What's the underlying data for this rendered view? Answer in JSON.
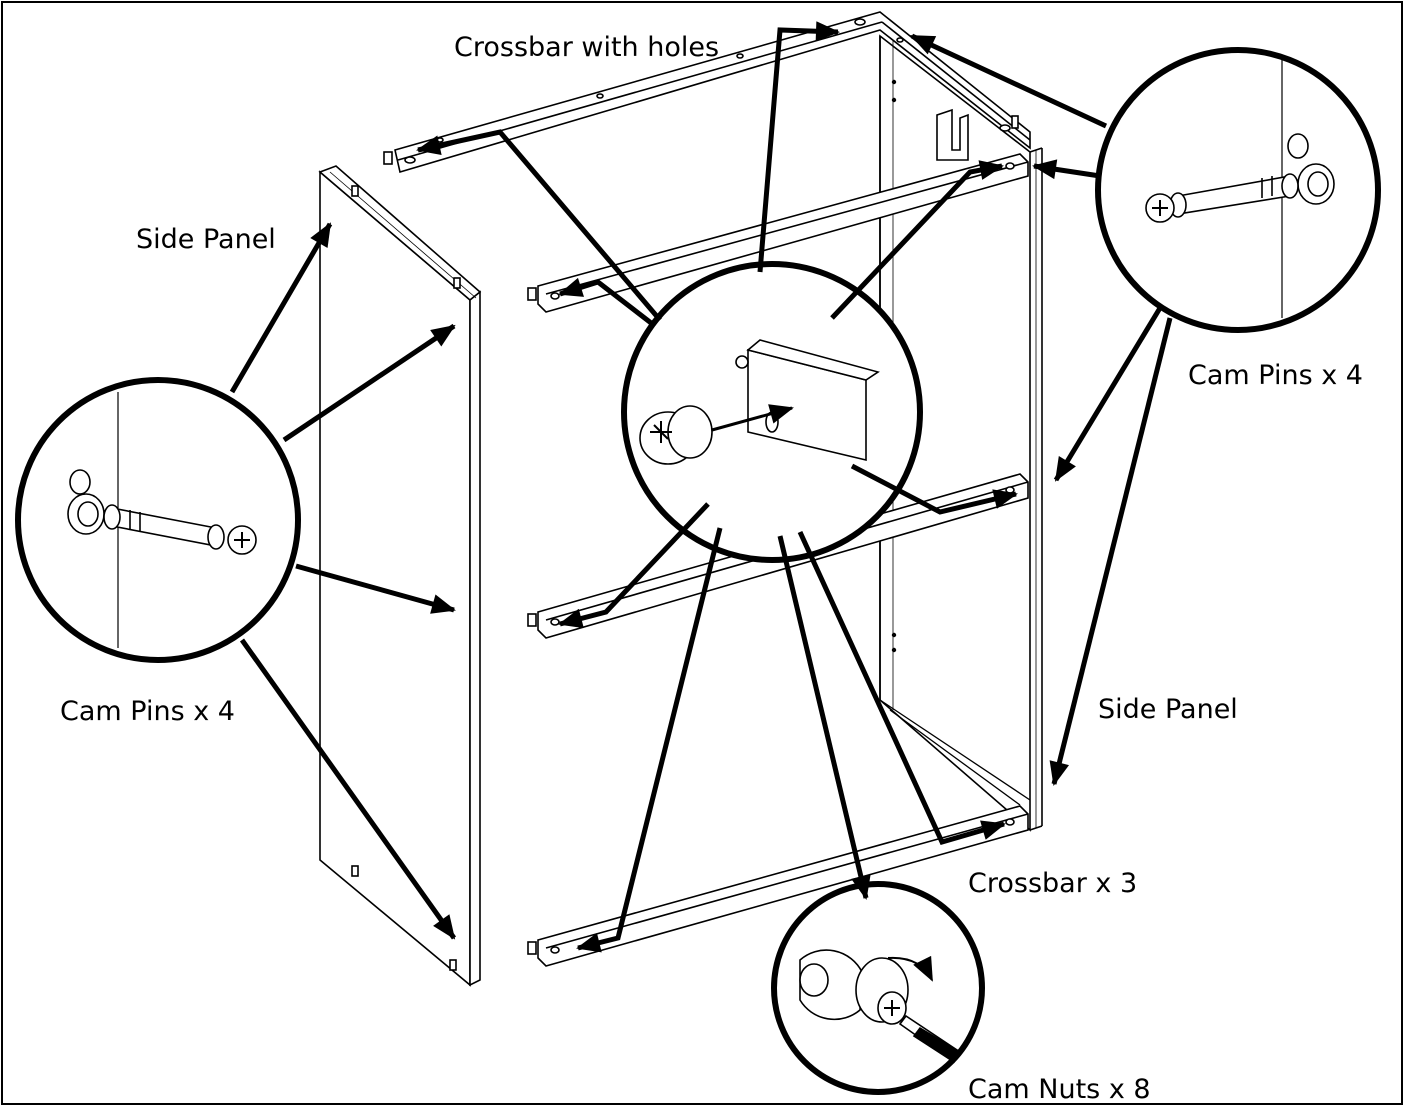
{
  "labels": {
    "crossbar_with_holes": "Crossbar with holes",
    "side_panel_left": "Side Panel",
    "side_panel_right": "Side Panel",
    "cam_pins_left": "Cam Pins x 4",
    "cam_pins_right": "Cam Pins x 4",
    "crossbar_x3": "Crossbar x 3",
    "cam_nuts": "Cam Nuts x 8"
  },
  "colors": {
    "line": "#000000",
    "background": "#ffffff"
  }
}
